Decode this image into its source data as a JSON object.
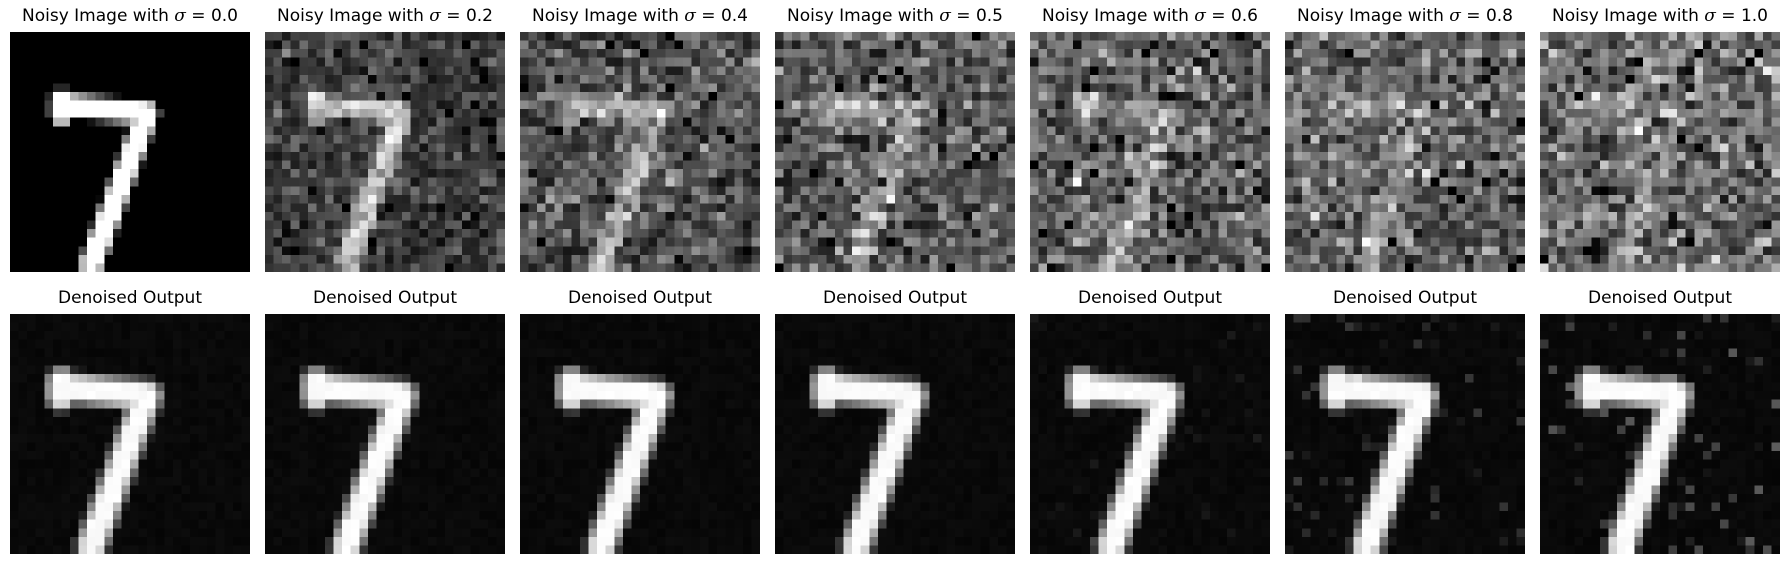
{
  "rows": [
    {
      "panels": [
        {
          "title_prefix": "Noisy Image with ",
          "sigma_symbol": "σ",
          "title_suffix": " = 0.0",
          "sigma": 0.0
        },
        {
          "title_prefix": "Noisy Image with ",
          "sigma_symbol": "σ",
          "title_suffix": " = 0.2",
          "sigma": 0.2
        },
        {
          "title_prefix": "Noisy Image with ",
          "sigma_symbol": "σ",
          "title_suffix": " = 0.4",
          "sigma": 0.4
        },
        {
          "title_prefix": "Noisy Image with ",
          "sigma_symbol": "σ",
          "title_suffix": " = 0.5",
          "sigma": 0.5
        },
        {
          "title_prefix": "Noisy Image with ",
          "sigma_symbol": "σ",
          "title_suffix": " = 0.6",
          "sigma": 0.6
        },
        {
          "title_prefix": "Noisy Image with ",
          "sigma_symbol": "σ",
          "title_suffix": " = 0.8",
          "sigma": 0.8
        },
        {
          "title_prefix": "Noisy Image with ",
          "sigma_symbol": "σ",
          "title_suffix": " = 1.0",
          "sigma": 1.0
        }
      ]
    },
    {
      "panels": [
        {
          "title": "Denoised Output",
          "sigma": 0.0
        },
        {
          "title": "Denoised Output",
          "sigma": 0.2
        },
        {
          "title": "Denoised Output",
          "sigma": 0.4
        },
        {
          "title": "Denoised Output",
          "sigma": 0.5
        },
        {
          "title": "Denoised Output",
          "sigma": 0.6
        },
        {
          "title": "Denoised Output",
          "sigma": 0.8
        },
        {
          "title": "Denoised Output",
          "sigma": 1.0
        }
      ]
    }
  ],
  "colormap": "gray"
}
